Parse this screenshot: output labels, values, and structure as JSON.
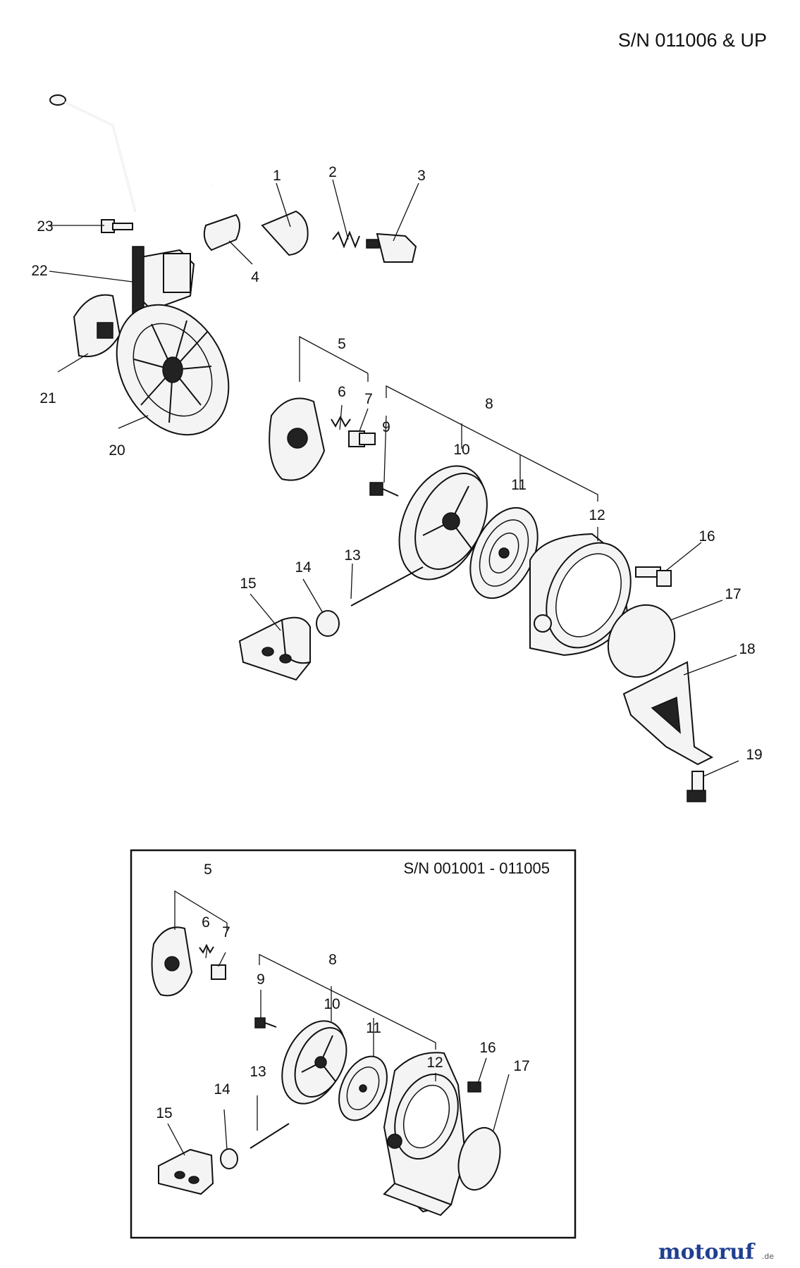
{
  "header": {
    "serial": "S/N 011006 & UP"
  },
  "inset": {
    "serial": "S/N 001001 - 011005"
  },
  "main_callouts": [
    "1",
    "2",
    "3",
    "4",
    "5",
    "6",
    "7",
    "8",
    "9",
    "10",
    "11",
    "12",
    "13",
    "14",
    "15",
    "16",
    "17",
    "18",
    "19",
    "20",
    "21",
    "22",
    "23"
  ],
  "inset_callouts": [
    "5",
    "6",
    "7",
    "8",
    "9",
    "10",
    "11",
    "12",
    "13",
    "14",
    "15",
    "16",
    "17"
  ],
  "watermark": {
    "brand": "motoruf",
    "suffix": ".de",
    "colors": {
      "brand_blue": "#1f3f8f",
      "brand_green": "#2e8b3a"
    }
  }
}
